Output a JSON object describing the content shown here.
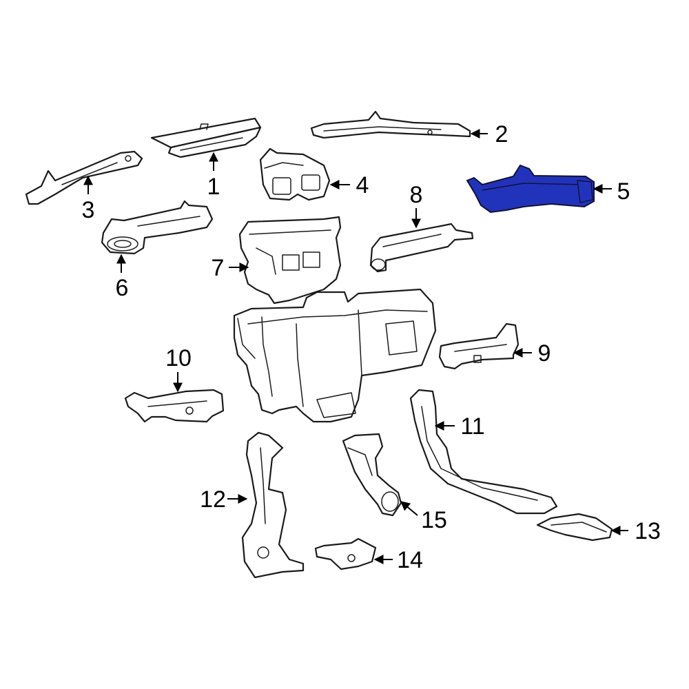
{
  "diagram": {
    "highlight_color": "#2233bb",
    "line_color": "#1a1a1a",
    "highlighted_part": "5",
    "callouts": [
      {
        "id": "c1",
        "label": "1"
      },
      {
        "id": "c2",
        "label": "2"
      },
      {
        "id": "c3",
        "label": "3"
      },
      {
        "id": "c4",
        "label": "4"
      },
      {
        "id": "c5",
        "label": "5"
      },
      {
        "id": "c6",
        "label": "6"
      },
      {
        "id": "c7",
        "label": "7"
      },
      {
        "id": "c8",
        "label": "8"
      },
      {
        "id": "c9",
        "label": "9"
      },
      {
        "id": "c10",
        "label": "10"
      },
      {
        "id": "c11",
        "label": "11"
      },
      {
        "id": "c12",
        "label": "12"
      },
      {
        "id": "c13",
        "label": "13"
      },
      {
        "id": "c14",
        "label": "14"
      },
      {
        "id": "c15",
        "label": "15"
      }
    ]
  }
}
